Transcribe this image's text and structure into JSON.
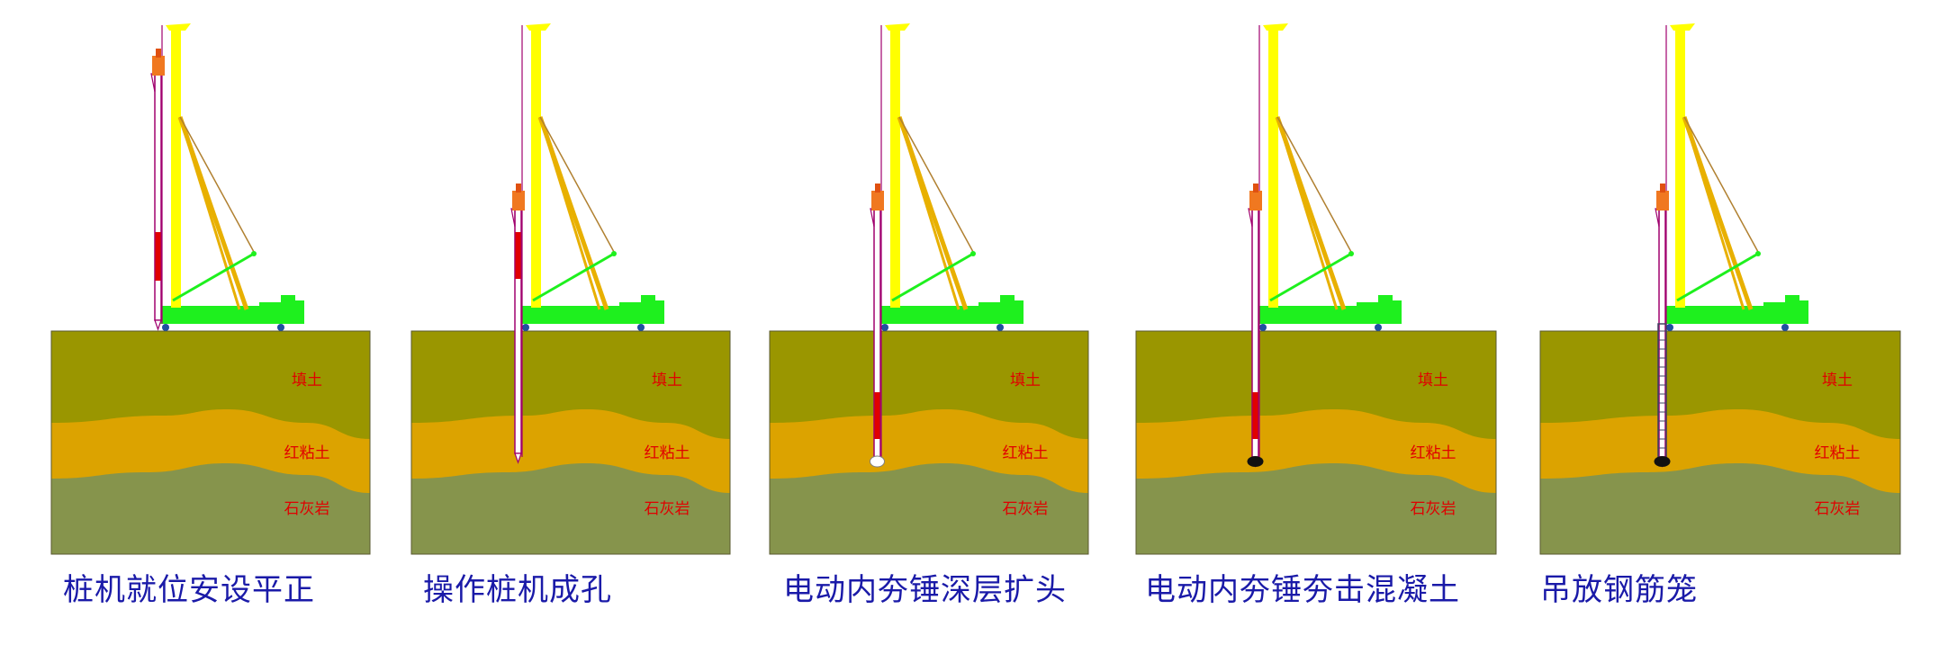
{
  "soil_labels": [
    "填土",
    "红粘土",
    "石灰岩"
  ],
  "steps": [
    {
      "caption": "桩机就位安设平正",
      "stage": "position"
    },
    {
      "caption": "操作桩机成孔",
      "stage": "drill"
    },
    {
      "caption": "电动内夯锤深层扩头",
      "stage": "expand"
    },
    {
      "caption": "电动内夯锤夯击混凝土",
      "stage": "concrete"
    },
    {
      "caption": "吊放钢筋笼",
      "stage": "cage"
    }
  ],
  "colors": {
    "fill_soil": "#9a9600",
    "red_clay": "#dca300",
    "limestone": "#86944c",
    "mast": "#ffff00",
    "machine": "#1ef01e",
    "boom": "#e8b000",
    "head": "#f07820",
    "hammer": "#e00000",
    "pipe_outline": "#a0006e",
    "caption": "#1a1aa8"
  }
}
